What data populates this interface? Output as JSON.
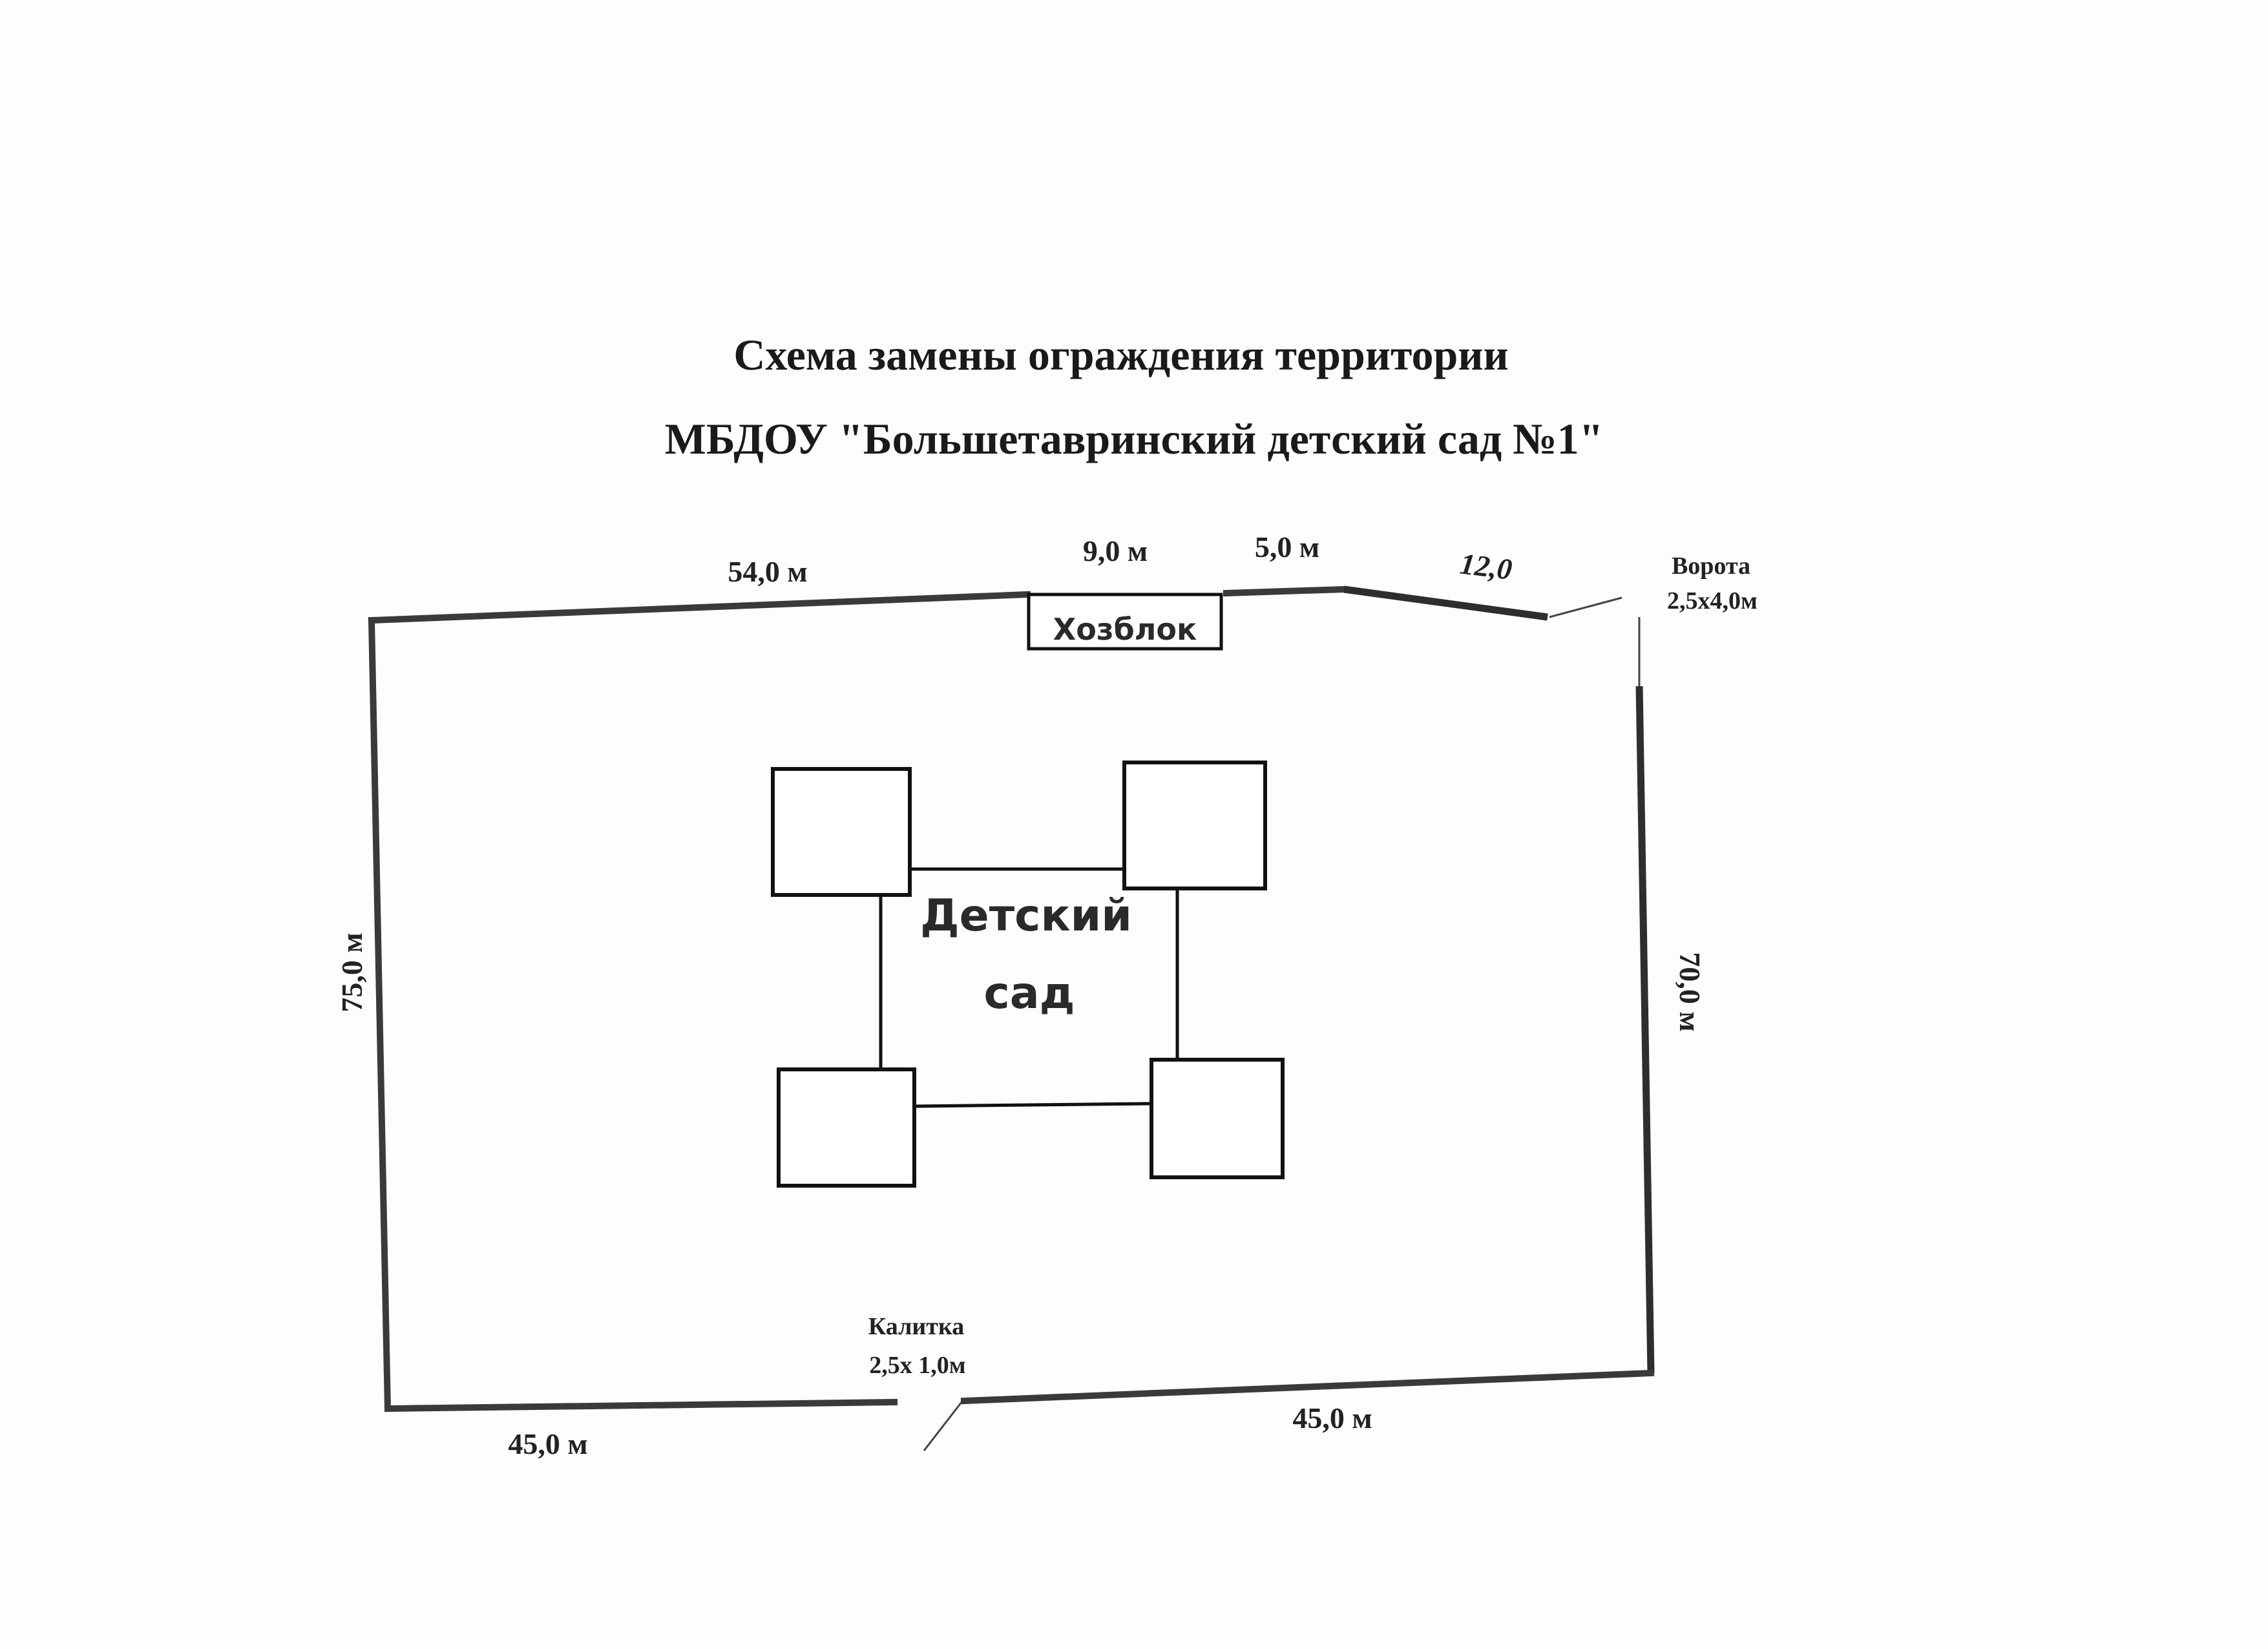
{
  "title": {
    "line1": "Схема замены ограждения территории",
    "line2": "МБДОУ \"Большетавринский детский сад №1\""
  },
  "plan": {
    "building_label_line1": "Детский",
    "building_label_line2": "сад",
    "shed_label": "Хозблок",
    "gate": {
      "label": "Ворота",
      "size": "2,5х4,0м"
    },
    "wicket": {
      "label": "Калитка",
      "size": "2,5х 1,0м"
    },
    "dimensions": {
      "top_left": "54,0 м",
      "top_shed": "9,0 м",
      "top_mid": "5,0 м",
      "top_right": "12,0",
      "left": "75,0 м",
      "right": "70,0 м",
      "bottom_left": "45,0 м",
      "bottom_right": "45,0 м"
    }
  }
}
